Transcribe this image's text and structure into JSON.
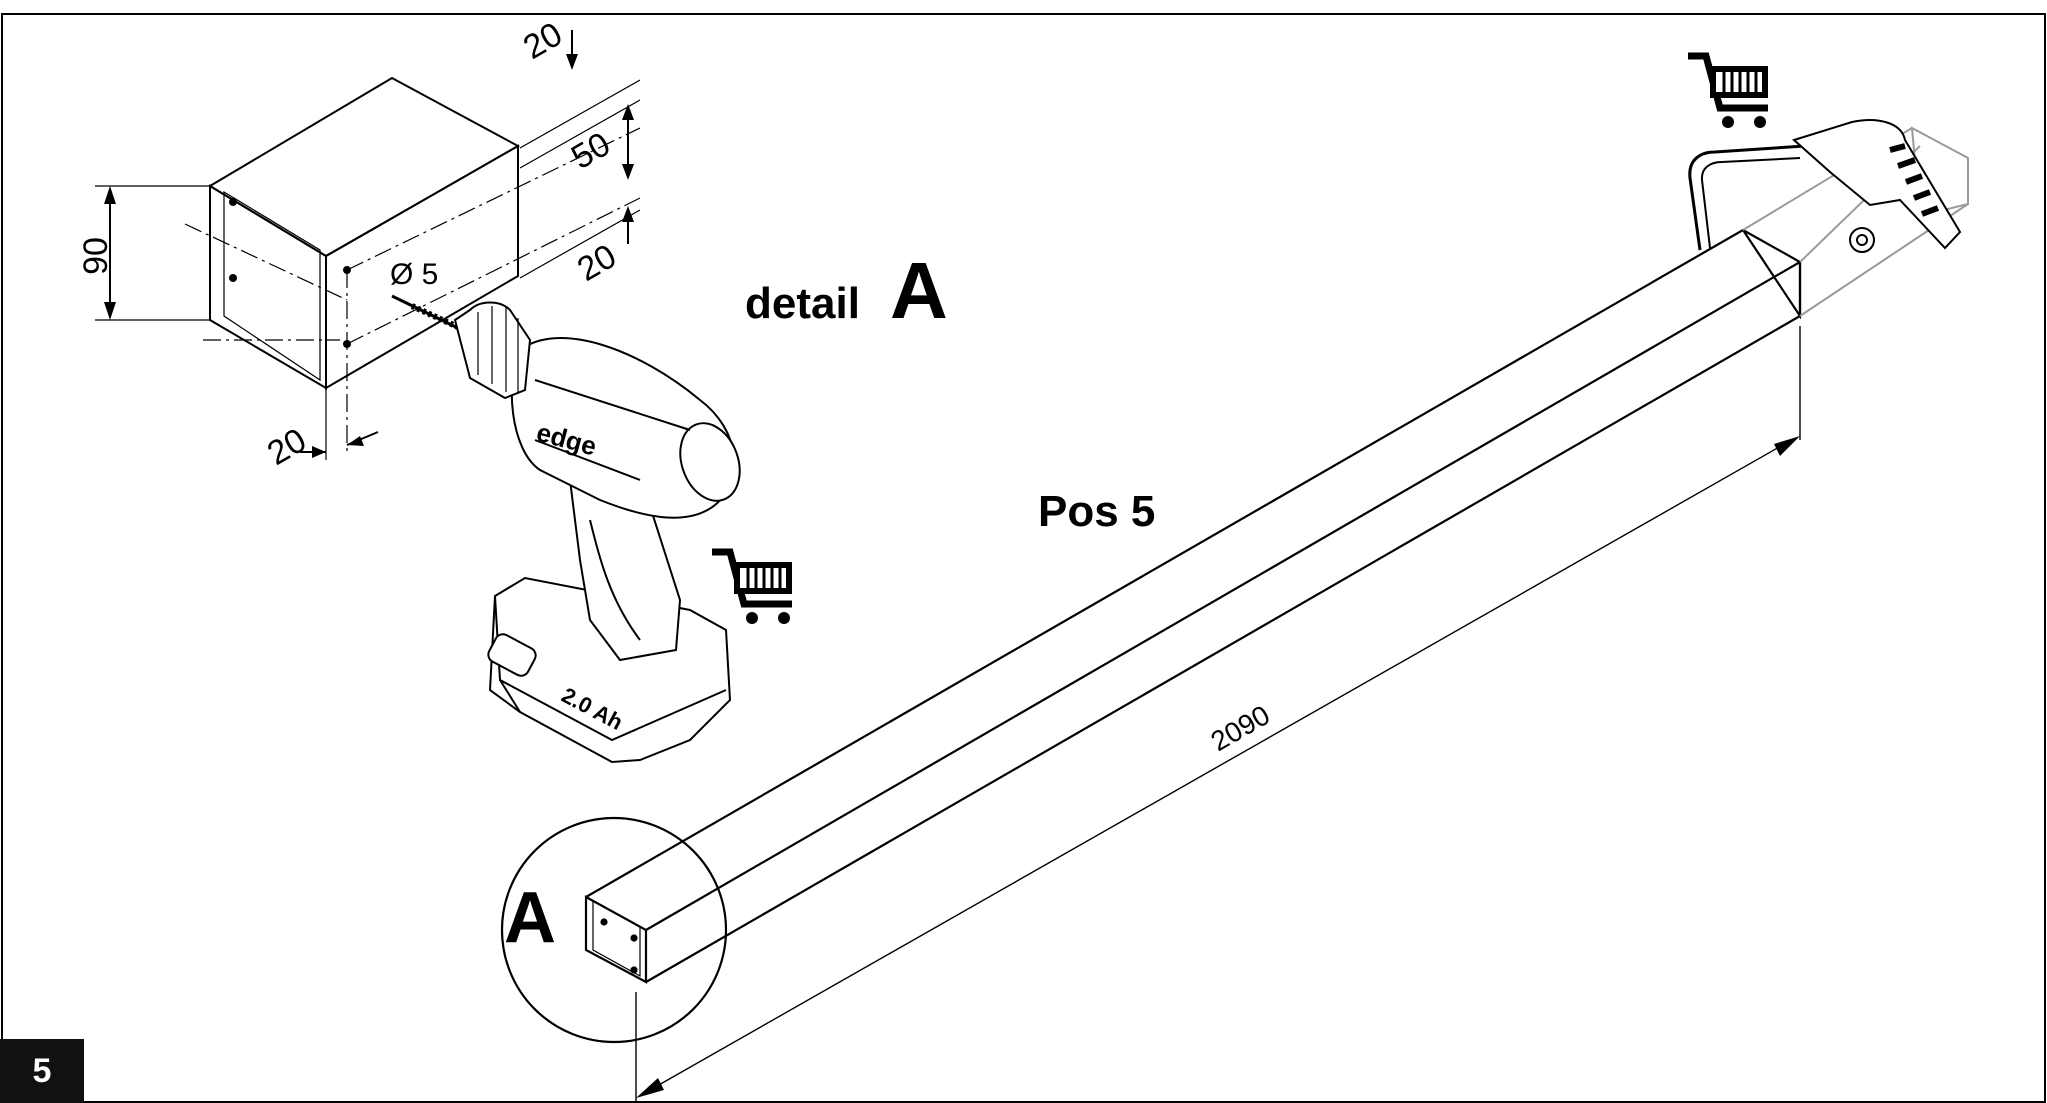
{
  "step_number": "5",
  "detail_label": "detail",
  "detail_letter": "A",
  "callout_letter": "A",
  "part_label": "Pos 5",
  "dimensions": {
    "height_90": "90",
    "top_20": "20",
    "mid_50": "50",
    "lower_20": "20",
    "front_20": "20",
    "hole_diameter": "Ø 5",
    "length": "2090"
  },
  "battery_marking": "2.0 Ah",
  "drill_brand": "edge",
  "icons": [
    "shopping-cart-icon",
    "drill-icon",
    "saw-icon"
  ],
  "colors": {
    "line": "#000000",
    "ghost": "#9a9a9a",
    "badge": "#111111"
  }
}
